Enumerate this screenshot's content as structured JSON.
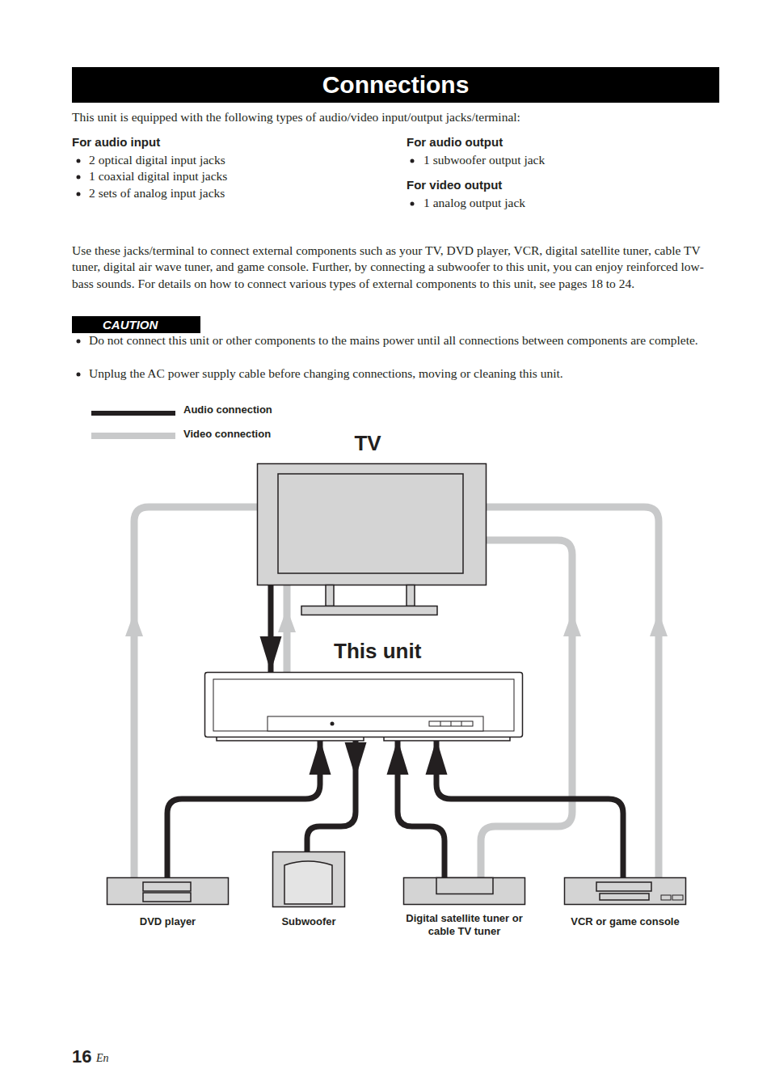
{
  "diagram": {
    "title": "Connections",
    "nodes": [
      {
        "text": [
          "TV"
        ]
      },
      {
        "text": [
          "This unit"
        ]
      },
      {
        "text": [
          "DVD player"
        ]
      },
      {
        "text": [
          "Subwoofer"
        ]
      },
      {
        "text": [
          "Digital satellite tuner or cable TV tuner"
        ]
      },
      {
        "text": [
          "VCR or game console"
        ]
      }
    ],
    "edges": [
      {
        "from": 0,
        "to": 1,
        "arrow": "to"
      },
      {
        "from": 1,
        "to": 0,
        "arrow": "to"
      },
      {
        "from": 2,
        "to": 1,
        "arrow": "to"
      },
      {
        "from": 1,
        "to": 3,
        "arrow": "to"
      },
      {
        "from": 4,
        "to": 1,
        "arrow": "to"
      },
      {
        "from": 5,
        "to": 1,
        "arrow": "to"
      },
      {
        "from": 2,
        "to": 0,
        "arrow": "to"
      },
      {
        "from": 4,
        "to": 0,
        "arrow": "to"
      },
      {
        "from": 5,
        "to": 0,
        "arrow": "to"
      }
    ],
    "labels": [
      "This unit is equipped with the following types of audio/video input/output jacks/terminal:",
      "For audio input",
      "2 optical digital input jacks",
      "1 coaxial digital input jacks",
      "2 sets of analog input jacks",
      "For audio output",
      "1 subwoofer output jack",
      "For video output",
      "1 analog output jack",
      "Use these jacks/terminal to connect external components such as your TV, DVD player, VCR, digital satellite tuner, cable TV tuner, digital air wave tuner, and game console. Further, by connecting a subwoofer to this unit, you can enjoy reinforced low-bass sounds. For details on how to connect various types of external components to this unit, see pages 18 to 24.",
      "CAUTION",
      "Do not connect this unit or other components to the mains power until all connections between components are complete.",
      "Unplug the AC power supply cable before changing connections, moving or cleaning this unit.",
      "16",
      "En"
    ],
    "legend": [
      {
        "text": "Audio connection"
      },
      {
        "text": "Video connection"
      }
    ]
  }
}
